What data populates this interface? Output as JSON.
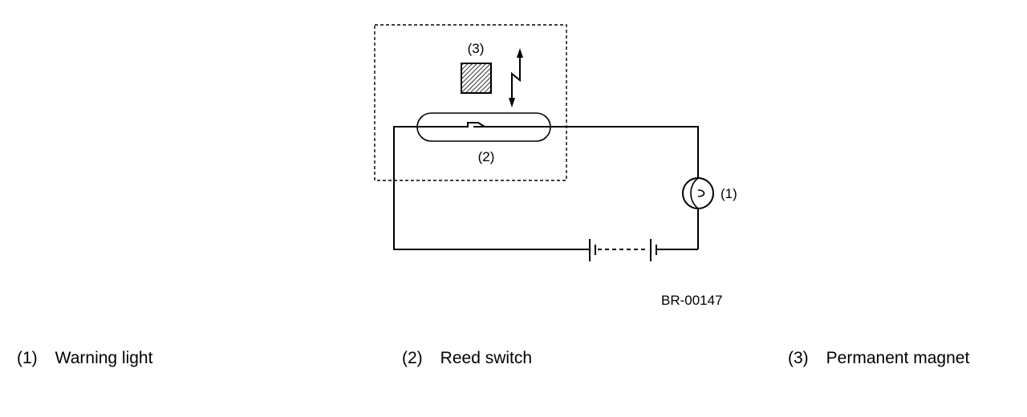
{
  "diagram": {
    "labels": {
      "magnet_number": "(3)",
      "reed_switch_number": "(2)",
      "warning_light_number": "(1)"
    },
    "figure_id": "BR-00147"
  },
  "legend": [
    {
      "number": "(1)",
      "label": "Warning light"
    },
    {
      "number": "(2)",
      "label": "Reed switch"
    },
    {
      "number": "(3)",
      "label": "Permanent magnet"
    }
  ]
}
